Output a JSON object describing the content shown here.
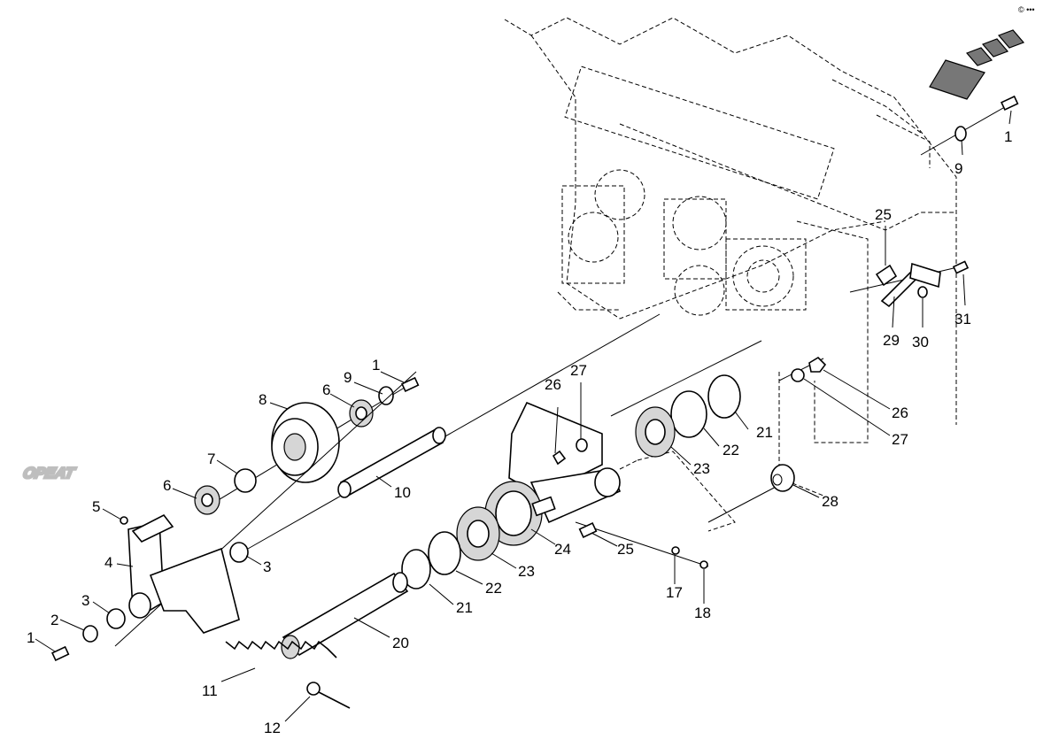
{
  "watermark": "OPEAT",
  "corner_mark": "© •••",
  "callouts": [
    {
      "id": "c1a",
      "label": "1"
    },
    {
      "id": "c9a",
      "label": "9"
    },
    {
      "id": "c25a",
      "label": "25"
    },
    {
      "id": "c29",
      "label": "29"
    },
    {
      "id": "c30",
      "label": "30"
    },
    {
      "id": "c31",
      "label": "31"
    },
    {
      "id": "c26a",
      "label": "26"
    },
    {
      "id": "c27a",
      "label": "27"
    },
    {
      "id": "c28",
      "label": "28"
    },
    {
      "id": "c1b",
      "label": "1"
    },
    {
      "id": "c9b",
      "label": "9"
    },
    {
      "id": "c6a",
      "label": "6"
    },
    {
      "id": "c8",
      "label": "8"
    },
    {
      "id": "c7",
      "label": "7"
    },
    {
      "id": "c6b",
      "label": "6"
    },
    {
      "id": "c10",
      "label": "10"
    },
    {
      "id": "c5",
      "label": "5"
    },
    {
      "id": "c4",
      "label": "4"
    },
    {
      "id": "c3a",
      "label": "3"
    },
    {
      "id": "c3b",
      "label": "3"
    },
    {
      "id": "c2",
      "label": "2"
    },
    {
      "id": "c1c",
      "label": "1"
    },
    {
      "id": "c11",
      "label": "11"
    },
    {
      "id": "c12",
      "label": "12"
    },
    {
      "id": "c20",
      "label": "20"
    },
    {
      "id": "c21a",
      "label": "21"
    },
    {
      "id": "c22a",
      "label": "22"
    },
    {
      "id": "c23a",
      "label": "23"
    },
    {
      "id": "c24",
      "label": "24"
    },
    {
      "id": "c25b",
      "label": "25"
    },
    {
      "id": "c26b",
      "label": "26"
    },
    {
      "id": "c27b",
      "label": "27"
    },
    {
      "id": "c17",
      "label": "17"
    },
    {
      "id": "c18",
      "label": "18"
    },
    {
      "id": "c21b",
      "label": "21"
    },
    {
      "id": "c22b",
      "label": "22"
    },
    {
      "id": "c23b",
      "label": "23"
    }
  ]
}
